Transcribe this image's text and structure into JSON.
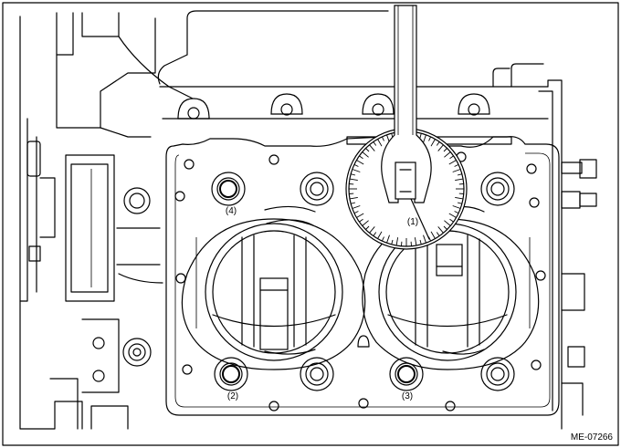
{
  "figure": {
    "labels": {
      "one": "(1)",
      "two": "(2)",
      "three": "(3)",
      "four": "(4)"
    },
    "figure_code": "ME-07266"
  }
}
